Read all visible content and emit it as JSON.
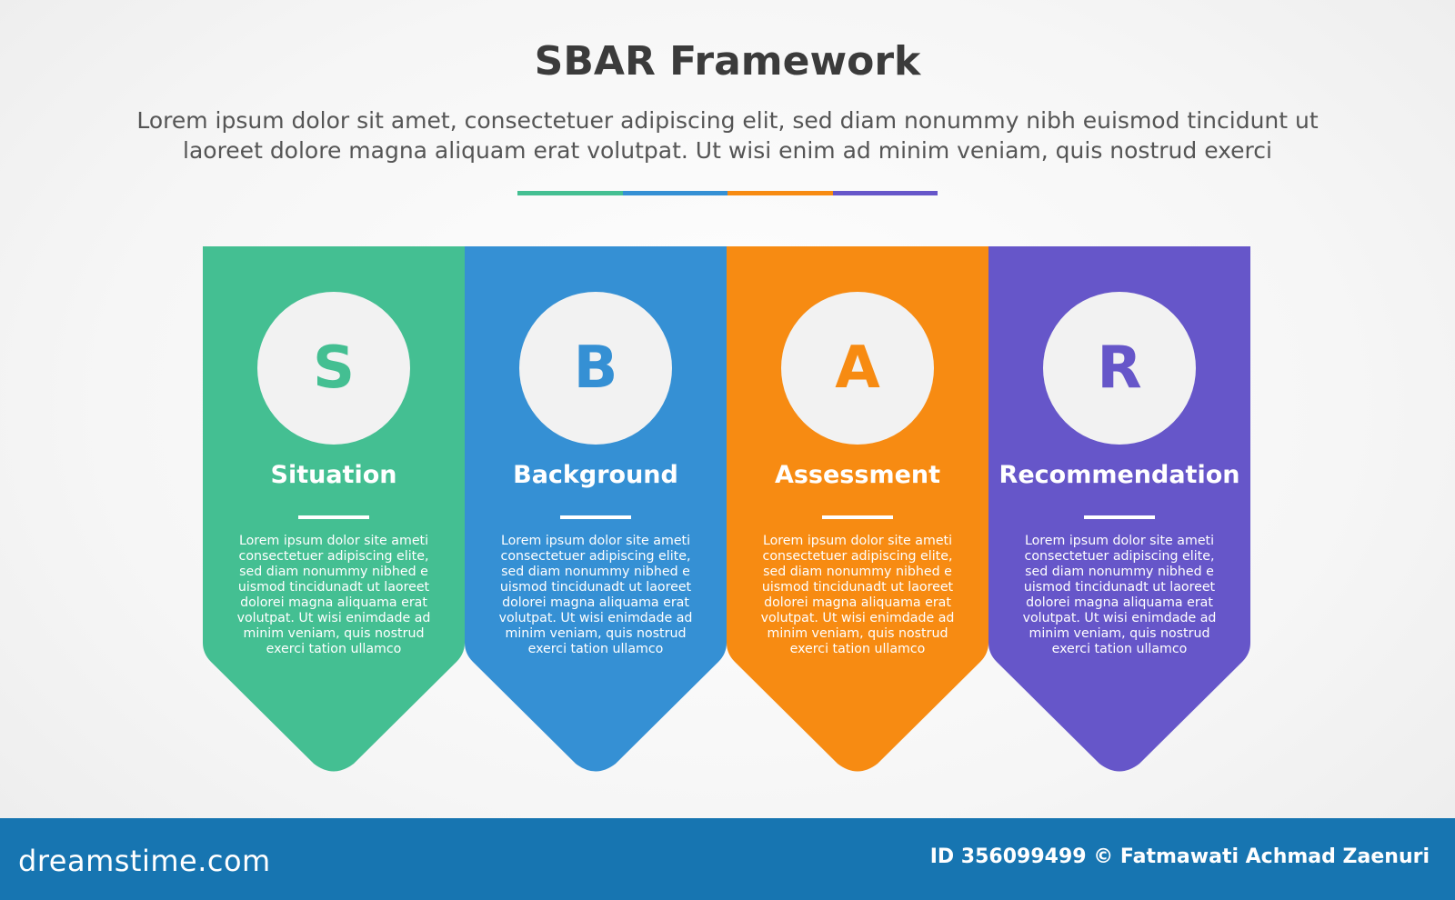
{
  "title": "SBAR Framework",
  "subtitle": "Lorem ipsum dolor sit amet, consectetuer adipiscing elit, sed diam nonummy nibh euismod tincidunt ut laoreet dolore magna aliquam erat volutpat. Ut wisi enim ad minim veniam, quis nostrud exerci",
  "colors": {
    "green": "#44bf92",
    "blue": "#3590d4",
    "orange": "#f78b12",
    "purple": "#6656c9"
  },
  "cards": [
    {
      "letter": "S",
      "heading": "Situation",
      "color": "#44bf92",
      "text": "Lorem ipsum dolor site ameti consectetuer adipiscing elite, sed diam nonummy nibhed e uismod tincidunadt ut laoreet dolorei magna aliquama erat volutpat. Ut wisi enimdade ad minim veniam, quis nostrud exerci tation ullamco"
    },
    {
      "letter": "B",
      "heading": "Background",
      "color": "#3590d4",
      "text": "Lorem ipsum dolor site ameti consectetuer adipiscing elite, sed diam nonummy nibhed e uismod tincidunadt ut laoreet dolorei magna aliquama erat volutpat. Ut wisi enimdade ad minim veniam, quis nostrud exerci tation ullamco"
    },
    {
      "letter": "A",
      "heading": "Assessment",
      "color": "#f78b12",
      "text": "Lorem ipsum dolor site ameti consectetuer adipiscing elite, sed diam nonummy nibhed e uismod tincidunadt ut laoreet dolorei magna aliquama erat volutpat. Ut wisi enimdade ad minim veniam, quis nostrud exerci tation ullamco"
    },
    {
      "letter": "R",
      "heading": "Recommendation",
      "color": "#6656c9",
      "text": "Lorem ipsum dolor site ameti consectetuer adipiscing elite, sed diam nonummy nibhed e uismod tincidunadt ut laoreet dolorei magna aliquama erat volutpat. Ut wisi enimdade ad minim veniam, quis nostrud exerci tation ullamco"
    }
  ],
  "footer": {
    "brand": "dreamstime.com",
    "credit": "ID 356099499 © Fatmawati  Achmad Zaenuri"
  }
}
